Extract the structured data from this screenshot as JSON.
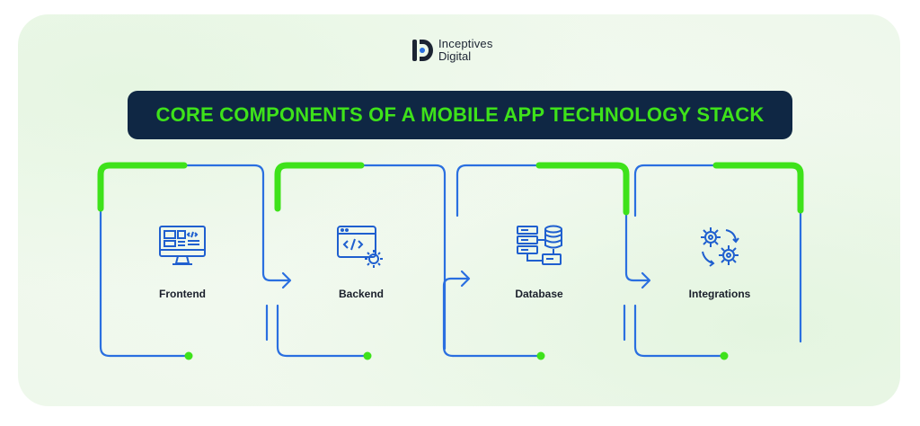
{
  "brand": {
    "name_line1": "Inceptives",
    "name_line2": "Digital",
    "logo_icon": "inceptives-logo-icon"
  },
  "title": "CORE COMPONENTS OF A MOBILE APP TECHNOLOGY STACK",
  "colors": {
    "navy": "#0f2744",
    "green": "#3ee21a",
    "blue": "#2a6fe0",
    "icon_blue": "#1f5fcf"
  },
  "components": [
    {
      "label": "Frontend",
      "icon": "frontend-monitor-icon"
    },
    {
      "label": "Backend",
      "icon": "backend-code-gear-icon"
    },
    {
      "label": "Database",
      "icon": "database-server-icon"
    },
    {
      "label": "Integrations",
      "icon": "integrations-gears-icon"
    }
  ]
}
